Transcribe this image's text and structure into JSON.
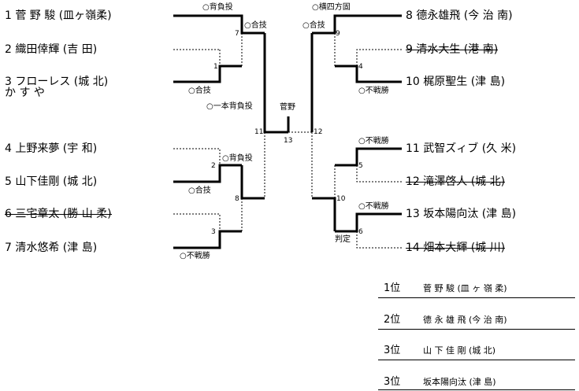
{
  "players": [
    {
      "id": "p1",
      "text": "1 菅 野 駿 (皿ヶ嶺柔)",
      "struck": false
    },
    {
      "id": "p2",
      "text": "2 織田倖輝 (吉    田)",
      "struck": false
    },
    {
      "id": "p3a",
      "text": "3 フローレス (城    北)",
      "struck": false
    },
    {
      "id": "p3b",
      "text": "  か す や",
      "struck": false
    },
    {
      "id": "p4",
      "text": "4 上野来夢 (宇    和)",
      "struck": false
    },
    {
      "id": "p5",
      "text": "5 山下佳剛 (城    北)",
      "struck": false
    },
    {
      "id": "p6",
      "text": "6 三宅章太 (勝 山 柔)",
      "struck": true
    },
    {
      "id": "p7",
      "text": "7 清水悠希 (津    島)",
      "struck": false
    },
    {
      "id": "p8",
      "text": "8 德永雄飛 (今  治  南)",
      "struck": false
    },
    {
      "id": "p9",
      "text": "9 清水大生 (港    南)",
      "struck": true
    },
    {
      "id": "p10",
      "text": "10 梶原聖生 (津    島)",
      "struck": false
    },
    {
      "id": "p11",
      "text": "11 武智ズィブ (久    米)",
      "struck": false
    },
    {
      "id": "p12",
      "text": "12 滝澤啓人 (城    北)",
      "struck": true
    },
    {
      "id": "p13",
      "text": "13 坂本陽向汰 (津    島)",
      "struck": false
    },
    {
      "id": "p14",
      "text": "14 畑本大輝 (城    川)",
      "struck": true
    }
  ],
  "notes": {
    "n1": "○背負投",
    "n2": "○合技",
    "n3": "○合技",
    "n4": "○一本背負投",
    "n5": "○背負投",
    "n6": "○合技",
    "n7": "○不戦勝",
    "n8": "○横四方固",
    "n9": "○合技",
    "n10": "○不戦勝",
    "n11": "○不戦勝",
    "n12": "○不戦勝",
    "n13": "判定",
    "winner": "菅野"
  },
  "match_numbers": {
    "m1": "1",
    "m2": "2",
    "m3": "3",
    "m4": "4",
    "m5": "5",
    "m6": "6",
    "m7": "7",
    "m8": "8",
    "m9": "9",
    "m10": "10",
    "m11": "11",
    "m12": "12",
    "m13": "13"
  },
  "rankings": [
    {
      "label": "1位",
      "name": "菅  野  駿  (皿 ヶ 嶺 柔)"
    },
    {
      "label": "2位",
      "name": "德 永 雄 飛  (今    治    南)"
    },
    {
      "label": "3位",
      "name": "山 下 佳 剛  (城          北)"
    },
    {
      "label": "3位",
      "name": "坂本陽向汰  (津          島)"
    }
  ]
}
